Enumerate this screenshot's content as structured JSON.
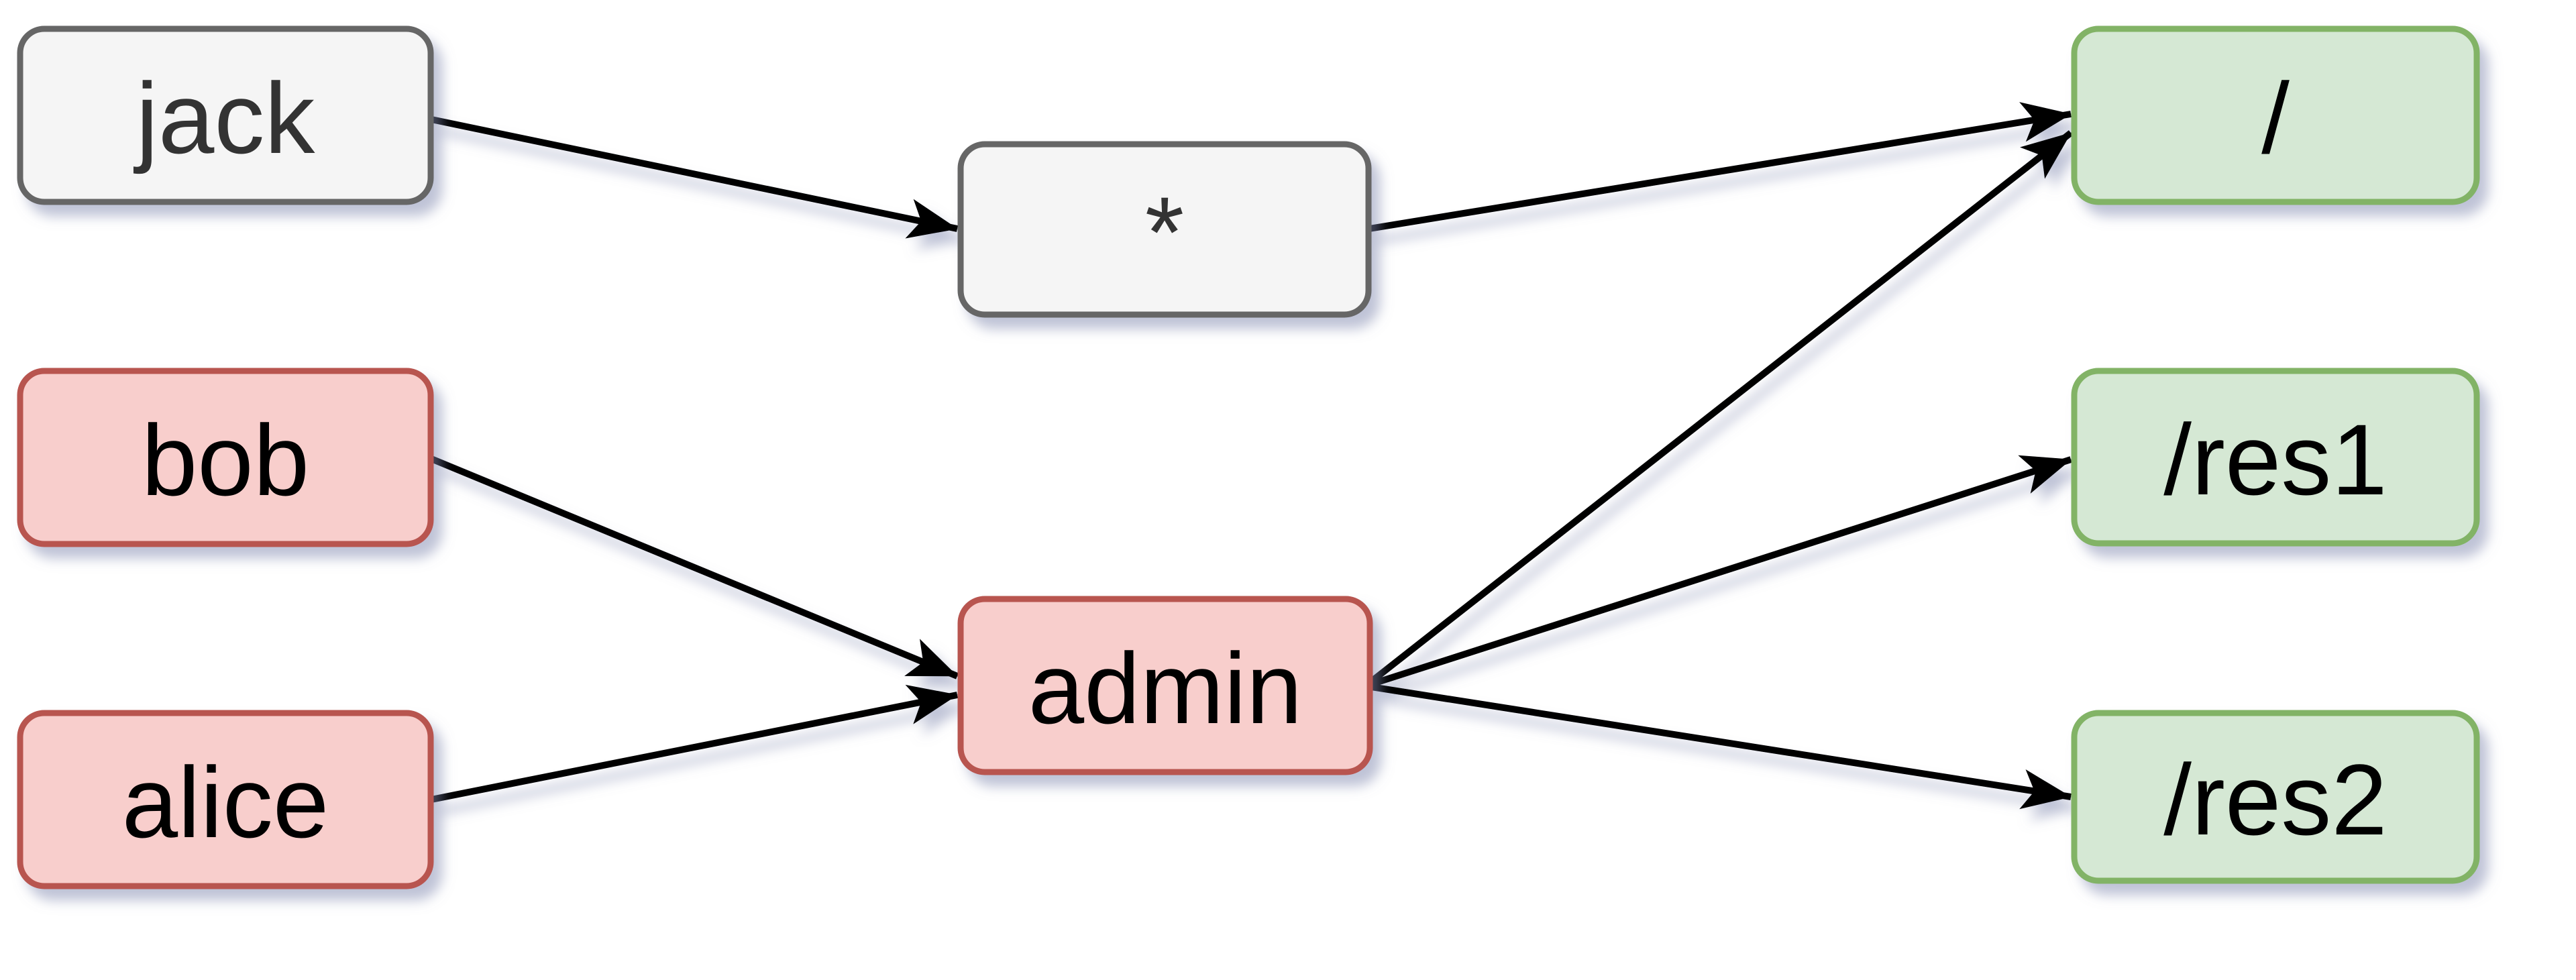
{
  "diagram": {
    "background": "#ffffff",
    "edge_color": "#000000",
    "colors": {
      "gray_fill": "#f5f5f5",
      "gray_stroke": "#666666",
      "gray_text": "#333333",
      "red_fill": "#f8cecc",
      "red_stroke": "#b85450",
      "red_text": "#000000",
      "green_fill": "#d5e8d4",
      "green_stroke": "#82b366",
      "green_text": "#000000"
    },
    "nodes": [
      {
        "id": "jack",
        "label": "jack",
        "fill": "#f5f5f5",
        "stroke": "#666666",
        "text_color": "#333333"
      },
      {
        "id": "star",
        "label": "*",
        "fill": "#f5f5f5",
        "stroke": "#666666",
        "text_color": "#333333"
      },
      {
        "id": "bob",
        "label": "bob",
        "fill": "#f8cecc",
        "stroke": "#b85450",
        "text_color": "#000000"
      },
      {
        "id": "alice",
        "label": "alice",
        "fill": "#f8cecc",
        "stroke": "#b85450",
        "text_color": "#000000"
      },
      {
        "id": "admin",
        "label": "admin",
        "fill": "#f8cecc",
        "stroke": "#b85450",
        "text_color": "#000000"
      },
      {
        "id": "root",
        "label": "/",
        "fill": "#d5e8d4",
        "stroke": "#82b366",
        "text_color": "#000000"
      },
      {
        "id": "res1",
        "label": "/res1",
        "fill": "#d5e8d4",
        "stroke": "#82b366",
        "text_color": "#000000"
      },
      {
        "id": "res2",
        "label": "/res2",
        "fill": "#d5e8d4",
        "stroke": "#82b366",
        "text_color": "#000000"
      }
    ],
    "edges": [
      {
        "from": "jack",
        "to": "star"
      },
      {
        "from": "star",
        "to": "root"
      },
      {
        "from": "bob",
        "to": "admin"
      },
      {
        "from": "alice",
        "to": "admin"
      },
      {
        "from": "admin",
        "to": "root"
      },
      {
        "from": "admin",
        "to": "res1"
      },
      {
        "from": "admin",
        "to": "res2"
      }
    ]
  }
}
